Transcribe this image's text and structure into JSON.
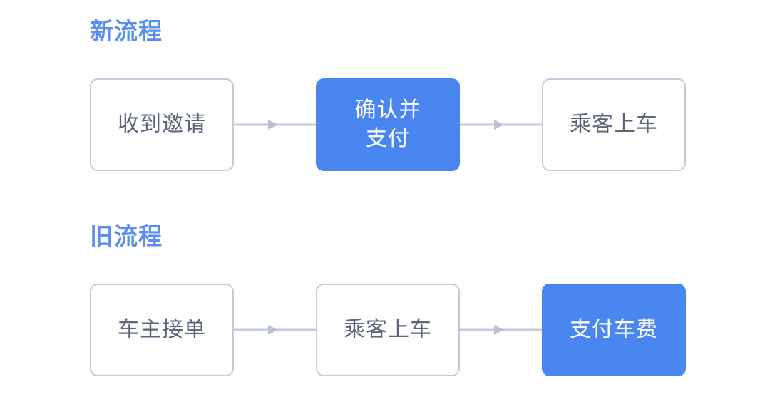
{
  "theme": {
    "background": "#ffffff",
    "accent_blue": "#4a86f0",
    "title_blue": "#5b8ef2",
    "box_border": "#c2cadd",
    "box_text": "#5c6579",
    "connector": "#c2cadd"
  },
  "sections": [
    {
      "id": "new-flow",
      "title": "新流程",
      "nodes": [
        {
          "label": "收到邀请",
          "highlighted": false
        },
        {
          "label": "确认并\n支付",
          "highlighted": true
        },
        {
          "label": "乘客上车",
          "highlighted": false
        }
      ],
      "connectors": [
        {
          "name": "arrow-right-icon"
        },
        {
          "name": "arrow-right-icon"
        }
      ]
    },
    {
      "id": "old-flow",
      "title": "旧流程",
      "nodes": [
        {
          "label": "车主接单",
          "highlighted": false
        },
        {
          "label": "乘客上车",
          "highlighted": false
        },
        {
          "label": "支付车费",
          "highlighted": true
        }
      ],
      "connectors": [
        {
          "name": "arrow-right-icon"
        },
        {
          "name": "arrow-right-icon"
        }
      ]
    }
  ]
}
